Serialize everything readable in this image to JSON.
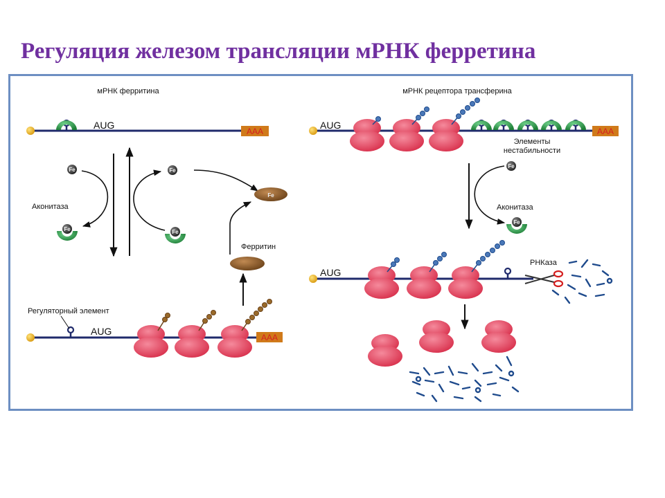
{
  "title": "Регуляция железом трансляции мРНК ферретина",
  "labels": {
    "ferritin_mrna": "мРНК ферритина",
    "tfr_mrna": "мРНК рецептора трансферина",
    "instability_elements": [
      "Элементы",
      "нестабильности"
    ],
    "aconitase": "Аконитаза",
    "ferritin": "Ферритин",
    "regulatory_element": "Регуляторный элемент",
    "rnase": "РНКаза",
    "aug": "AUG",
    "polya": "AAA",
    "fe": "Fe"
  },
  "colors": {
    "title": "#7030a0",
    "frame": "#6d8fc2",
    "mrna_line": "#1f2a6b",
    "ribosome": "#e8405a",
    "aconitase": "#2e9a48",
    "iron": "#3a3a3a",
    "ferritin_protein": "#8b5a2b",
    "polya_box": "#d07a1a",
    "polya_text": "#d42020",
    "cap": "#f0b020",
    "fragments": "#1e4a8c"
  }
}
